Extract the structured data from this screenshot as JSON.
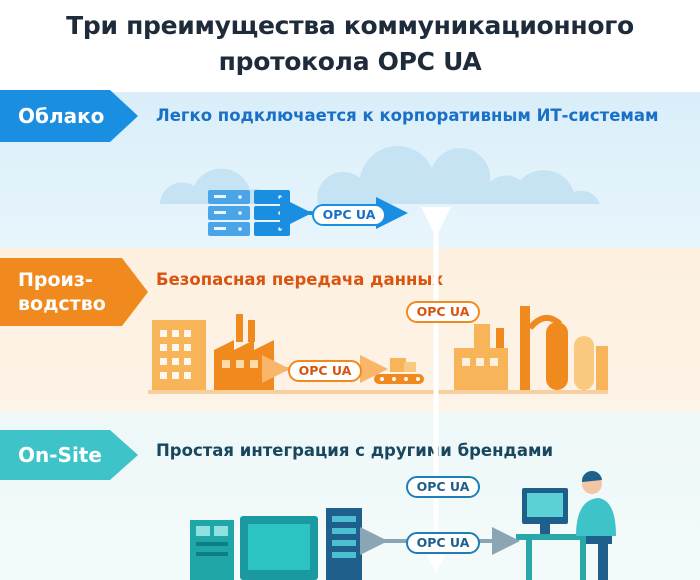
{
  "title": {
    "line1": "Три преимущества коммуникационного",
    "line2": "протокола OPC UA"
  },
  "bands": {
    "cloud": {
      "tag": "Облако",
      "heading": "Легко подключается к корпоративным ИТ-системам",
      "color": "#1a8ee0"
    },
    "production": {
      "tag_line1": "Произ-",
      "tag_line2": "водство",
      "heading": "Безопасная передача данных",
      "color": "#f08a1e"
    },
    "onsite": {
      "tag": "On-Site",
      "heading": "Простая интеграция с другими брендами",
      "color": "#3ec4c8"
    }
  },
  "protocol_labels": {
    "cloud": "OPC UA",
    "production_horizontal": "OPC UA",
    "production_vertical": "OPC UA",
    "onsite_vertical": "OPC UA",
    "onsite_horizontal": "OPC UA"
  },
  "icons": {
    "cloud": [
      "server-rack-icon",
      "cloud-icon"
    ],
    "production": [
      "office-building-icon",
      "factory-icon",
      "conveyor-icon",
      "refinery-icon"
    ],
    "onsite": [
      "controller-icon",
      "hmi-panel-icon",
      "plc-icon",
      "operator-workstation-icon"
    ]
  }
}
